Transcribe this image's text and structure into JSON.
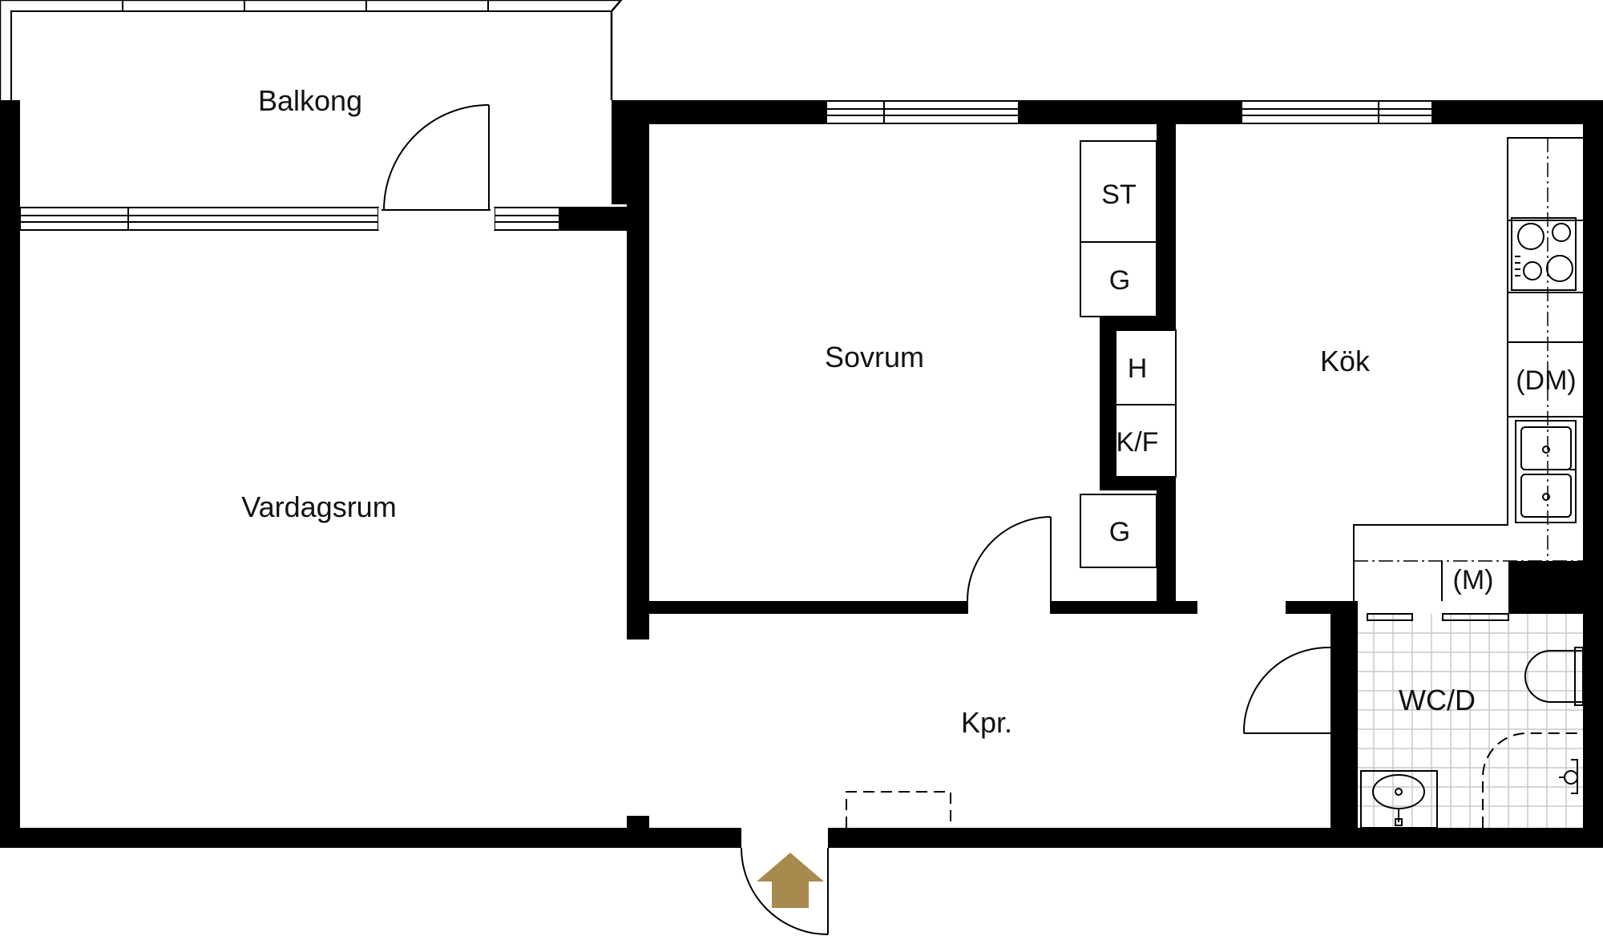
{
  "rooms": {
    "balkong": "Balkong",
    "vardagsrum": "Vardagsrum",
    "sovrum": "Sovrum",
    "kok": "Kök",
    "kpr": "Kpr.",
    "wcd": "WC/D"
  },
  "units": {
    "st": "ST",
    "g_top": "G",
    "h": "H",
    "kf": "K/F",
    "g_bottom": "G",
    "dm": "(DM)",
    "m": "(M)"
  },
  "colors": {
    "wall": "#000000",
    "tile_grid": "#c9c9c9",
    "entrance_arrow": "#a88a4f"
  },
  "icons": {
    "entrance": "entrance-arrow-icon",
    "stove": "stove-icon",
    "sink": "kitchen-sink-icon",
    "toilet": "toilet-icon",
    "washbasin": "washbasin-icon",
    "shower": "shower-icon"
  }
}
